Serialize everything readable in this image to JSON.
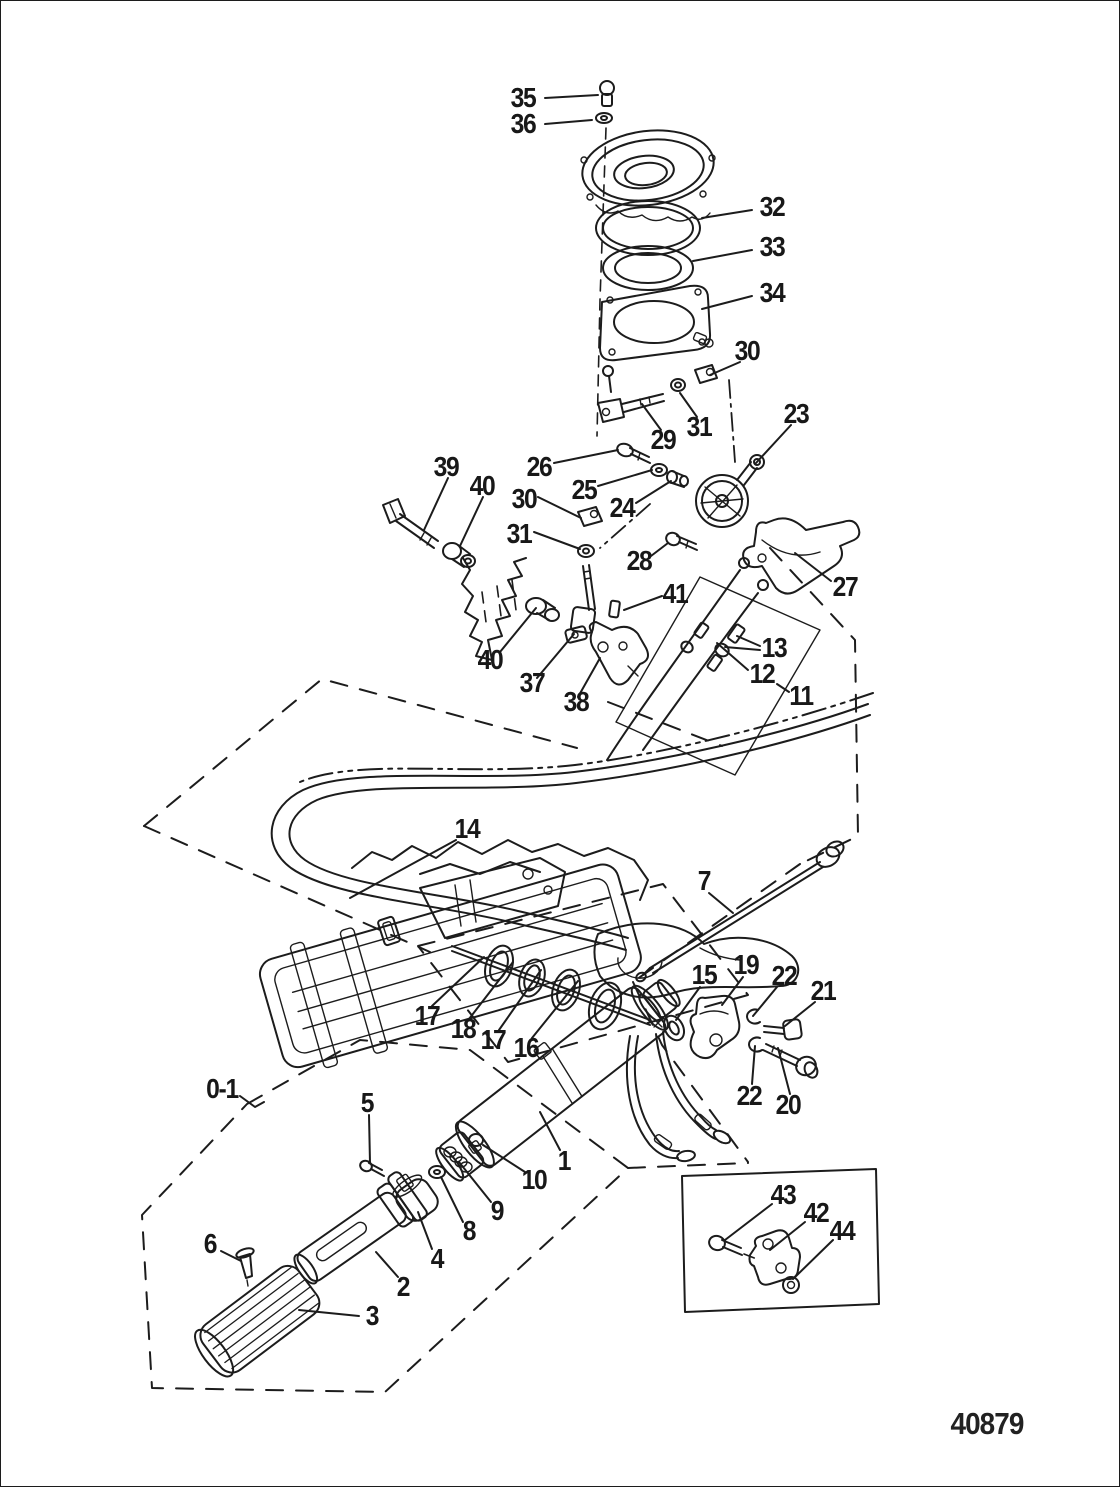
{
  "figure": {
    "type": "exploded-parts-diagram",
    "description": "Steering handle exploded view line drawing with numbered part callouts",
    "drawing_number": "40879",
    "ink_color": "#1c1c1c",
    "paper_color": "#ffffff"
  },
  "callouts": [
    {
      "label": "35"
    },
    {
      "label": "36"
    },
    {
      "label": "32"
    },
    {
      "label": "33"
    },
    {
      "label": "34"
    },
    {
      "label": "30"
    },
    {
      "label": "31"
    },
    {
      "label": "29"
    },
    {
      "label": "23"
    },
    {
      "label": "26"
    },
    {
      "label": "25"
    },
    {
      "label": "24"
    },
    {
      "label": "39"
    },
    {
      "label": "40"
    },
    {
      "label": "30"
    },
    {
      "label": "31"
    },
    {
      "label": "28"
    },
    {
      "label": "41"
    },
    {
      "label": "27"
    },
    {
      "label": "40"
    },
    {
      "label": "37"
    },
    {
      "label": "38"
    },
    {
      "label": "13"
    },
    {
      "label": "12"
    },
    {
      "label": "11"
    },
    {
      "label": "14"
    },
    {
      "label": "7"
    },
    {
      "label": "17"
    },
    {
      "label": "18"
    },
    {
      "label": "17"
    },
    {
      "label": "16"
    },
    {
      "label": "15"
    },
    {
      "label": "19"
    },
    {
      "label": "22"
    },
    {
      "label": "21"
    },
    {
      "label": "22"
    },
    {
      "label": "20"
    },
    {
      "label": "0-1"
    },
    {
      "label": "5"
    },
    {
      "label": "1"
    },
    {
      "label": "10"
    },
    {
      "label": "9"
    },
    {
      "label": "8"
    },
    {
      "label": "4"
    },
    {
      "label": "2"
    },
    {
      "label": "6"
    },
    {
      "label": "3"
    },
    {
      "label": "43"
    },
    {
      "label": "42"
    },
    {
      "label": "44"
    }
  ]
}
